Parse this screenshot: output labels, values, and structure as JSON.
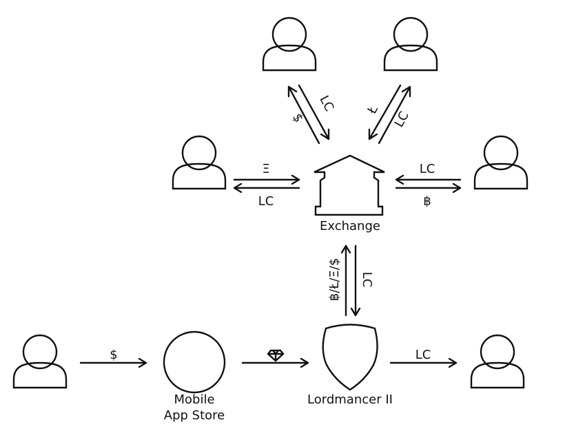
{
  "nodes": {
    "exchange": "Exchange",
    "mobile_app_store_line1": "Mobile",
    "mobile_app_store_line2": "App Store",
    "lordmancer": "Lordmancer II"
  },
  "flows": {
    "top_left_up": "$",
    "top_left_down": "LC",
    "top_right_up": "Ł",
    "top_right_down": "LC",
    "left_to_exchange": "Ξ",
    "exchange_to_left": "LC",
    "exchange_to_right": "LC",
    "right_to_exchange": "฿",
    "lordmancer_to_exchange": "฿/Ł/Ξ/$",
    "exchange_to_lordmancer": "LC",
    "user_to_store": "$",
    "store_to_lordmancer": "gem-icon",
    "lordmancer_to_user": "LC"
  },
  "icons": {
    "users": "user-icon",
    "exchange": "bank-building-icon",
    "store": "circle",
    "lordmancer": "shield-icon"
  },
  "colors": {
    "stroke": "#111111",
    "background": "#ffffff"
  }
}
